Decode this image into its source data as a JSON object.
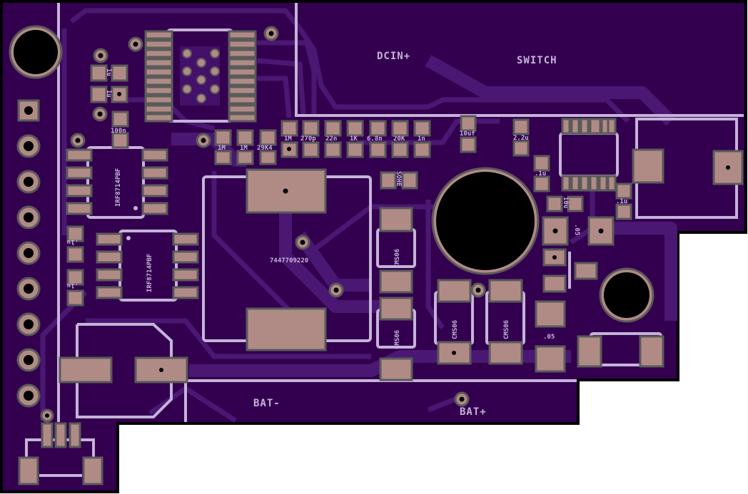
{
  "colors": {
    "board": "#33004f",
    "pad": "#b08b86",
    "silkscreen": "#c6b3d9",
    "trace": "#4a1872",
    "outline": "#000000"
  },
  "board_labels": {
    "dcin": "DCIN+",
    "switch": "SWITCH",
    "bat_minus": "BAT-",
    "bat_plus": "BAT+"
  },
  "components": {
    "mosfet_1": "IRF8714PBF",
    "mosfet_2": "IRF8714PBF",
    "inductor": "7447709220",
    "diode_1": "CMS06",
    "diode_2": "CMS06",
    "diode_3": "CMS06",
    "diode_4": "CMS06",
    "sense_res_1": ".05",
    "sense_res_2": ".05",
    "sohe": "SOHE"
  },
  "passives": {
    "c_1u_a": "1u",
    "c_1u_b": "1u",
    "c_100n": "100n",
    "r_1m_a": "1M",
    "r_1m_b": "1M",
    "r_29k4": "29K4",
    "r_1m_c": "1M",
    "c_270p": "270p",
    "c_22n": "22n",
    "r_1k": "1K",
    "c_6_8n": "6.8n",
    "r_20k": "20K",
    "c_1n": "1n",
    "c_10uf": "10uf",
    "c_2_2u": "2.2u",
    "c_0_1u_a": ".1u",
    "c_10u": "10u",
    "c_0_1u_b": ".1u",
    "c_0_1u_c": ".1u",
    "c_0_1u_d": ".1u"
  }
}
